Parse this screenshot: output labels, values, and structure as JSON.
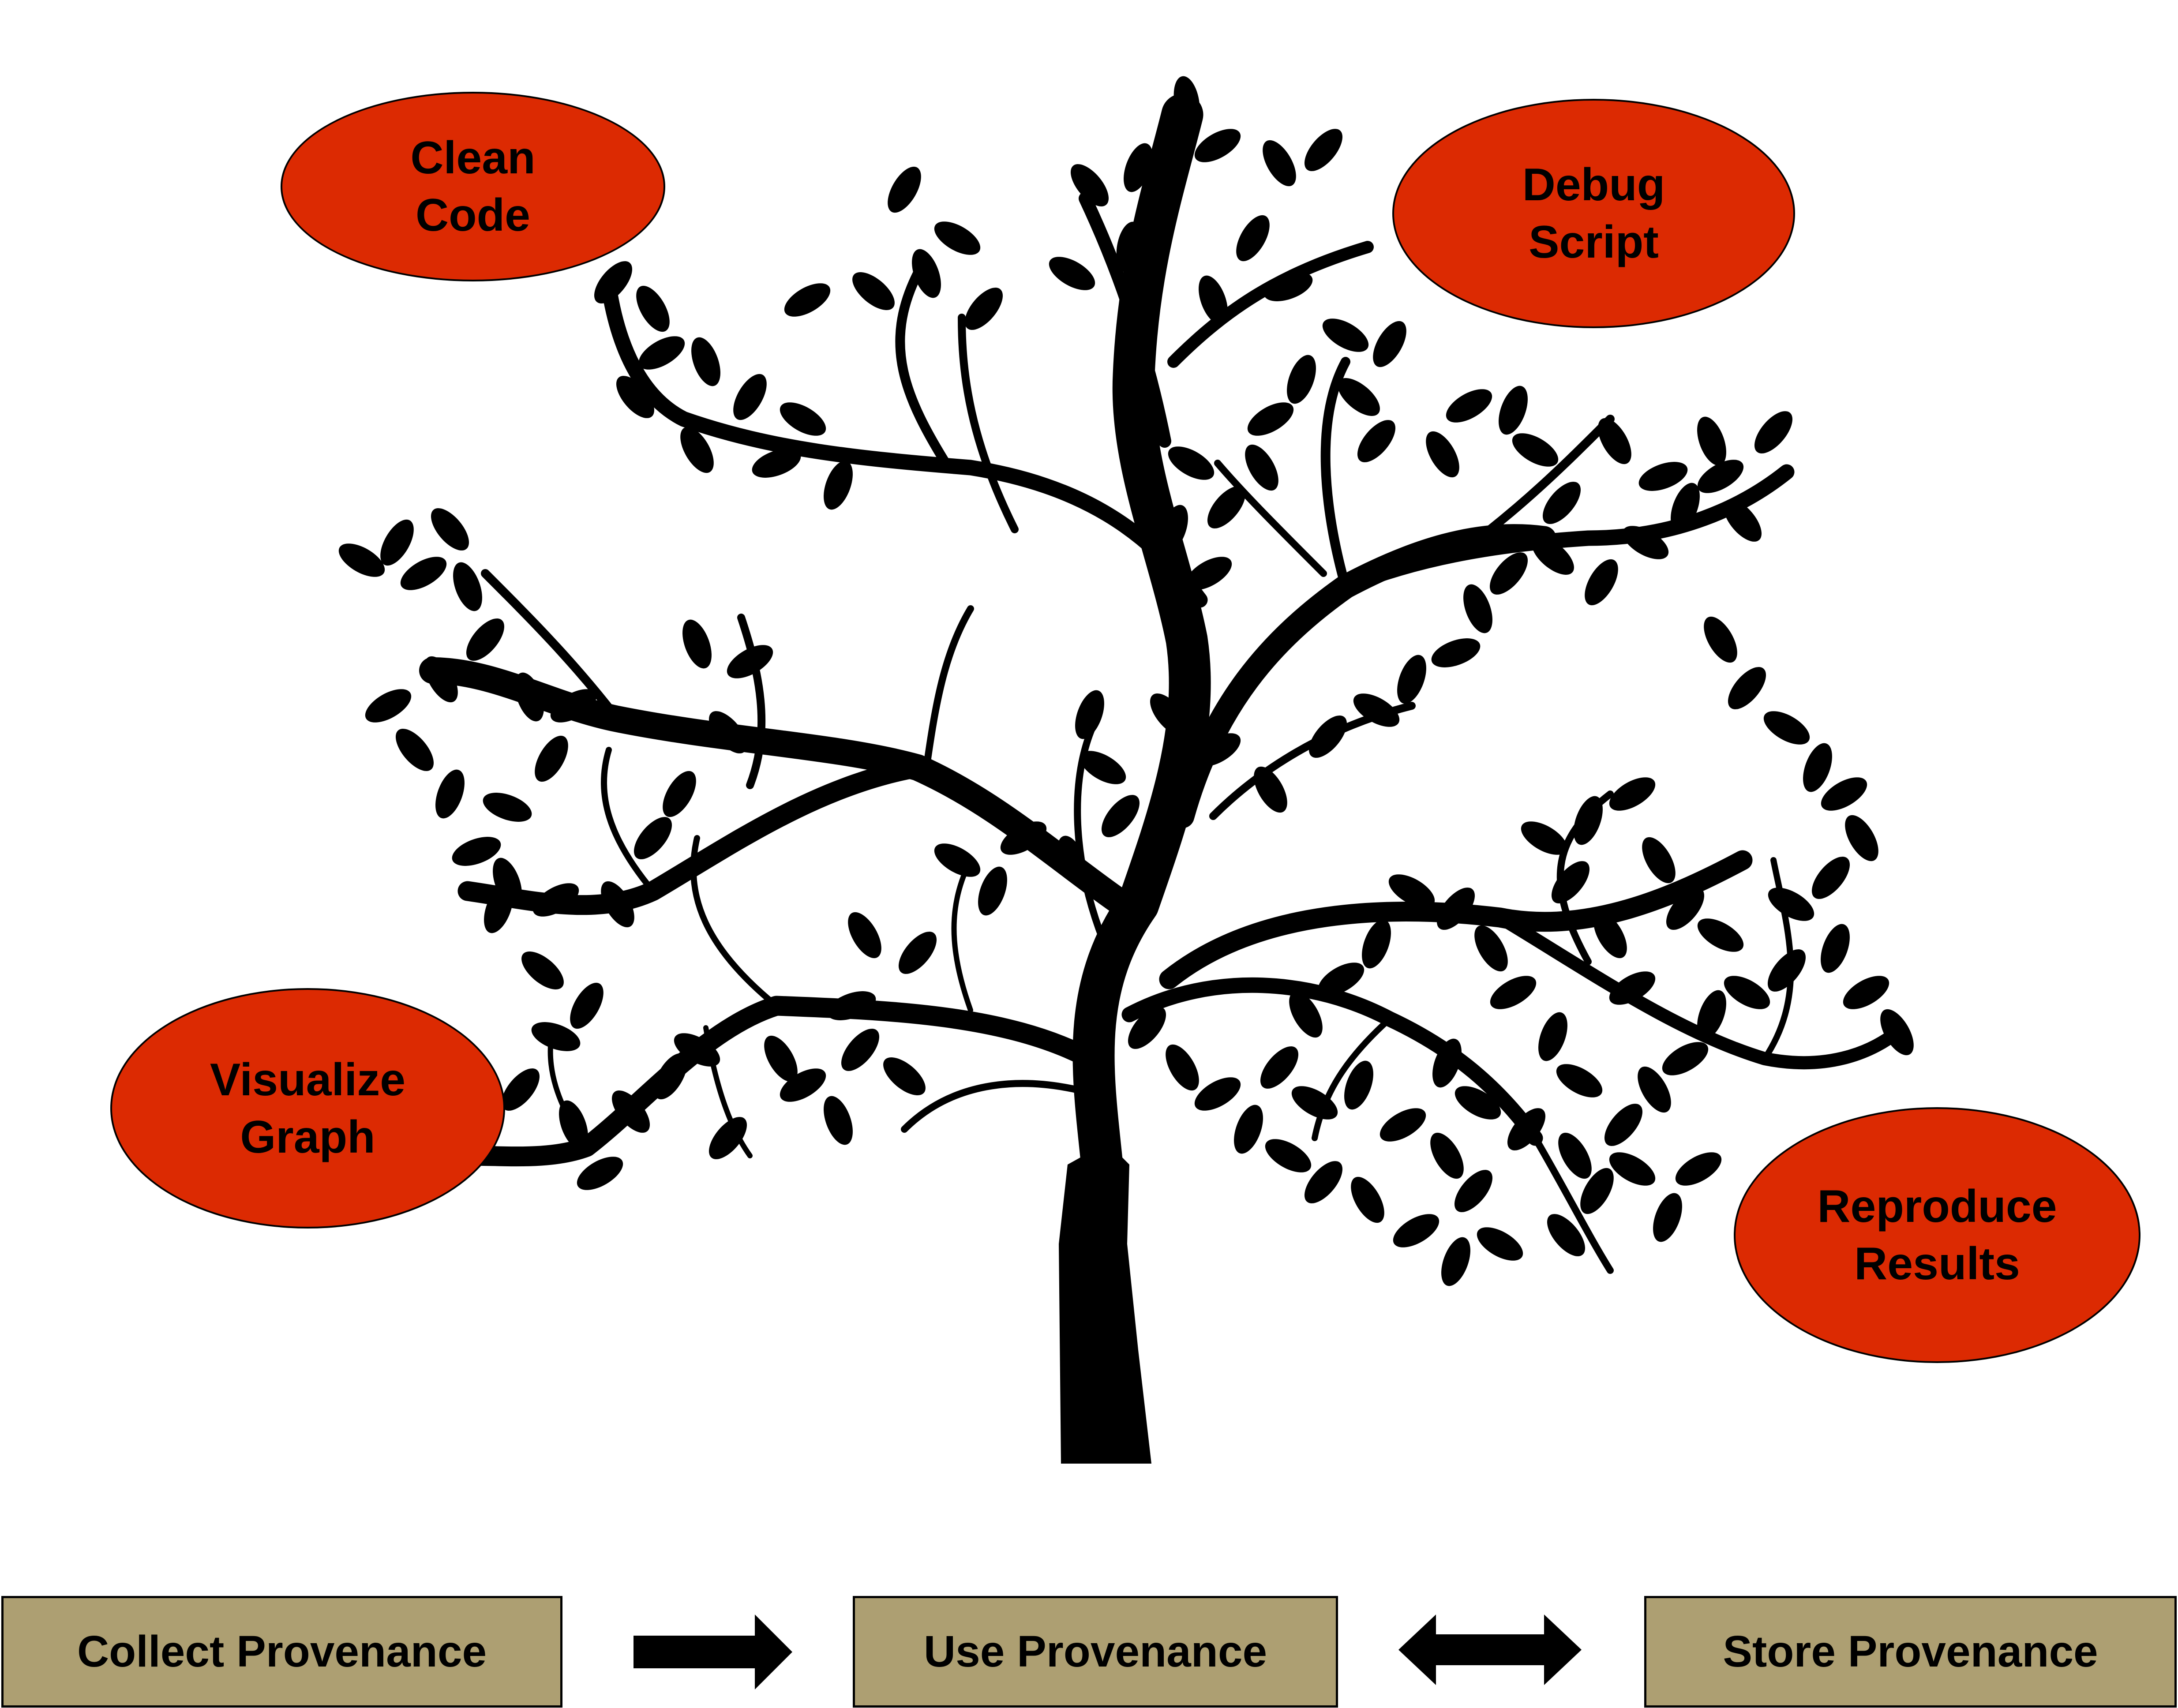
{
  "goals": {
    "clean_code": {
      "line1": "Clean",
      "line2": "Code"
    },
    "debug_script": {
      "line1": "Debug",
      "line2": "Script"
    },
    "visualize_graph": {
      "line1": "Visualize",
      "line2": "Graph"
    },
    "reproduce_results": {
      "line1": "Reproduce",
      "line2": "Results"
    }
  },
  "workflow": {
    "collect": "Collect Provenance",
    "use": "Use Provenance",
    "store": "Store Provenance"
  },
  "colors": {
    "goal_fill": "#dc2a02",
    "stage_fill": "#ad9f72",
    "tree": "#000000"
  }
}
